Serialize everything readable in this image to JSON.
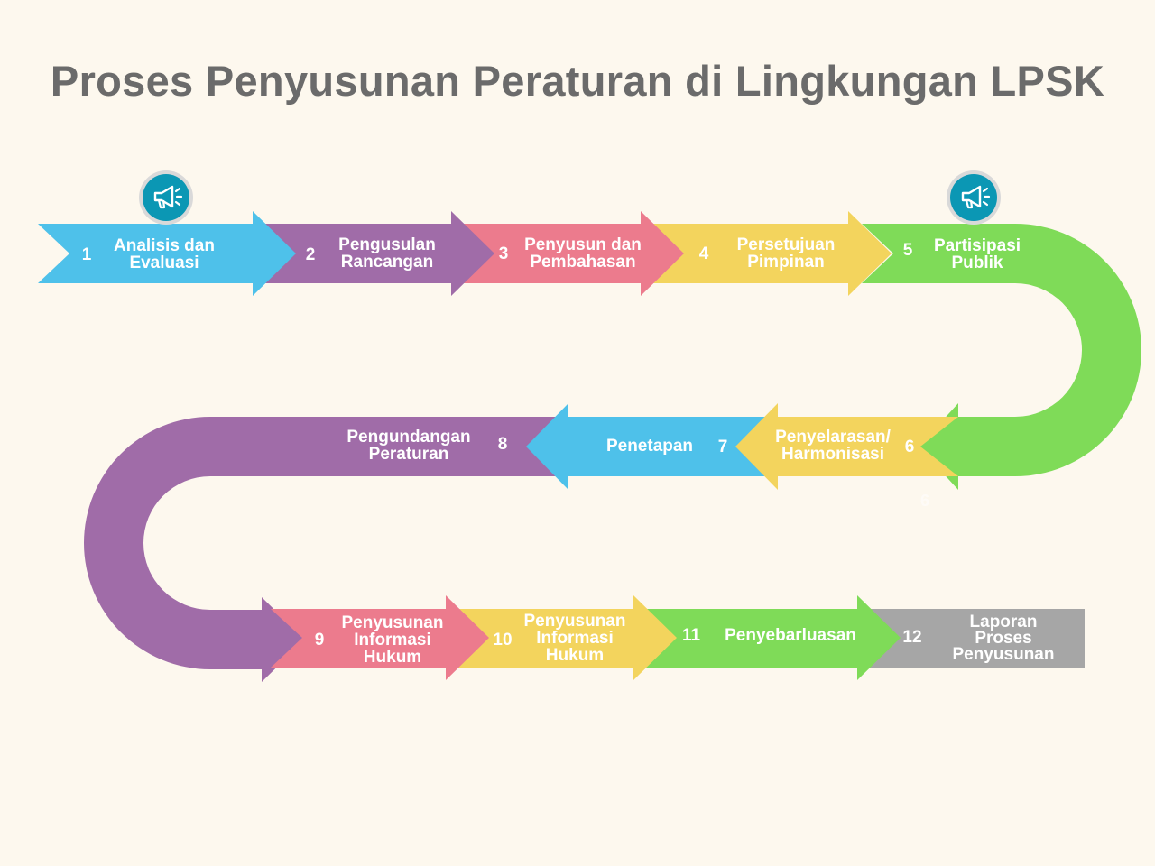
{
  "title": "Proses Penyusunan Peraturan di Lingkungan LPSK",
  "icons": [
    "megaphone-icon",
    "megaphone-icon"
  ],
  "colors": {
    "background": "#fdf8ee",
    "title": "#6b6b6b",
    "blue": "#4ec1ea",
    "purple": "#a06ca8",
    "pink": "#ec7b8d",
    "yellow": "#f3d45d",
    "green": "#7fdb58",
    "gray": "#a6a6a6",
    "icon_teal": "#0b97b4"
  },
  "steps": [
    {
      "num": "1",
      "lines": [
        "Analisis dan",
        "Evaluasi"
      ]
    },
    {
      "num": "2",
      "lines": [
        "Pengusulan",
        "Rancangan"
      ]
    },
    {
      "num": "3",
      "lines": [
        "Penyusun dan",
        "Pembahasan"
      ]
    },
    {
      "num": "4",
      "lines": [
        "Persetujuan",
        "Pimpinan"
      ]
    },
    {
      "num": "5",
      "lines": [
        "Partisipasi",
        "Publik"
      ]
    },
    {
      "num": "6",
      "lines": [
        "Penyelarasan/",
        "Harmonisasi"
      ]
    },
    {
      "num": "7",
      "lines": [
        "Penetapan"
      ]
    },
    {
      "num": "8",
      "lines": [
        "Pengundangan",
        "Peraturan"
      ]
    },
    {
      "num": "9",
      "lines": [
        "Penyusunan",
        "Informasi",
        "Hukum"
      ]
    },
    {
      "num": "10",
      "lines": [
        "Penyusunan",
        "Informasi",
        "Hukum"
      ]
    },
    {
      "num": "11",
      "lines": [
        "Penyebarluasan"
      ]
    },
    {
      "num": "12",
      "lines": [
        "Laporan",
        "Proses",
        "Penyusunan"
      ]
    }
  ],
  "stray_label": "6"
}
